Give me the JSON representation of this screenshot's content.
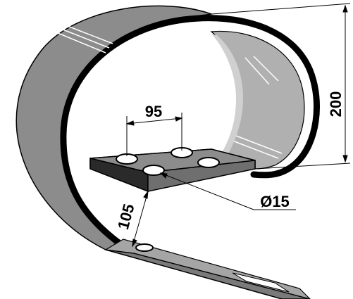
{
  "dimensions": {
    "height_label": "200",
    "hole_spacing_label": "95",
    "hole_diameter_label": "Ø15",
    "hole_to_tip_label": "105"
  },
  "colors": {
    "steel_outer": "#8c8c8c",
    "steel_inner": "#b5b5b5",
    "steel_dark": "#5a5a5a",
    "outline": "#000000",
    "highlight": "#ffffff"
  }
}
